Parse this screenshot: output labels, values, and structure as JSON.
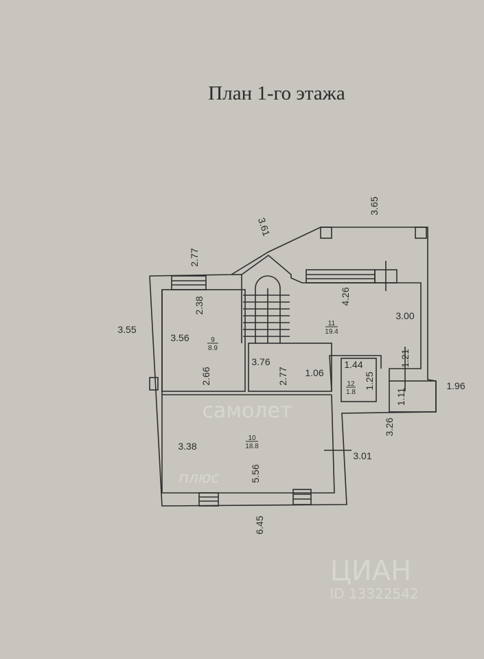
{
  "title": "План 1-го этажа",
  "dimensions": [
    "2.77",
    "3.61",
    "3.65",
    "3.55",
    "2.38",
    "3.56",
    "2.66",
    "3.76",
    "2.77",
    "1.06",
    "4.26",
    "3.00",
    "1.21",
    "1.44",
    "1.25",
    "1.11",
    "1.96",
    "3.26",
    "3.01",
    "3.38",
    "5.56",
    "6.45"
  ],
  "rooms": [
    {
      "number": "9",
      "area": "8.9"
    },
    {
      "number": "11",
      "area": "19.4"
    },
    {
      "number": "10",
      "area": "18.8"
    },
    {
      "number": "12",
      "area": "1.8"
    }
  ],
  "watermarks": {
    "samolet": "самолет",
    "samolet_sub": "плюс",
    "cian": "ЦИАН",
    "cian_id": "ID 13322542"
  }
}
